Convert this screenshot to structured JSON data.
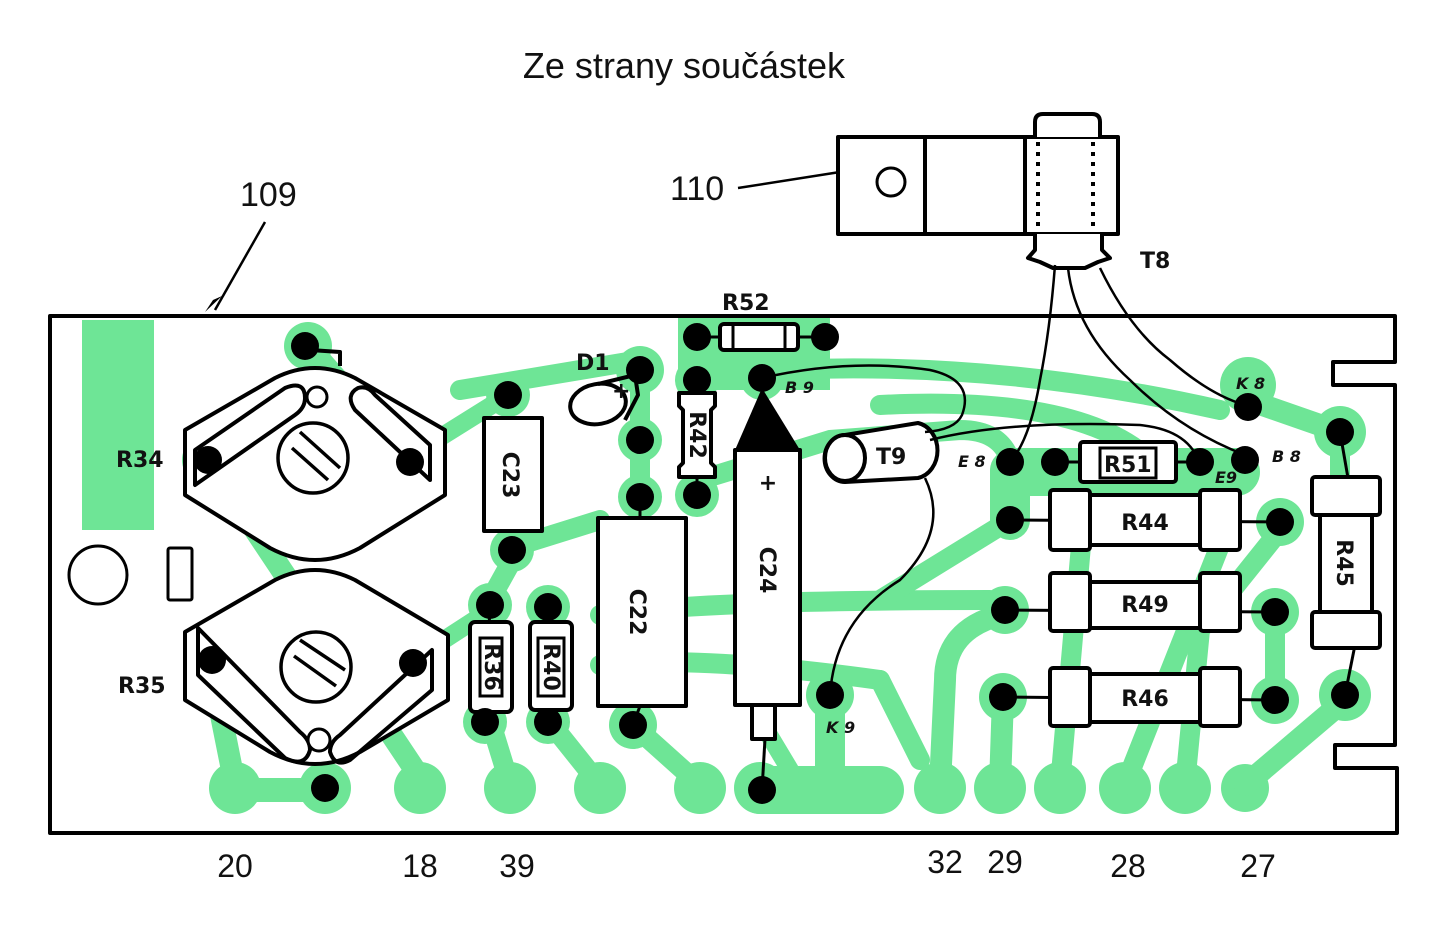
{
  "title": "Ze strany součástek",
  "colors": {
    "copper": "#6ee596",
    "outline": "#000000",
    "background": "#ffffff"
  },
  "callouts": {
    "board": "109",
    "heatsink": "110"
  },
  "components": {
    "R34": "R34",
    "R35": "R35",
    "C23": "C23",
    "D1": "D1",
    "D1_polarity": "+",
    "R52": "R52",
    "R42": "R42",
    "C24": "C24",
    "C24_polarity": "+",
    "C22": "C22",
    "R36": "R36",
    "R40": "R40",
    "T9": "T9",
    "T8": "T8",
    "R51": "R51",
    "R44": "R44",
    "R49": "R49",
    "R46": "R46",
    "R45": "R45"
  },
  "pin_labels": {
    "B9": "B 9",
    "K9": "K 9",
    "E8": "E 8",
    "E9": "E9",
    "K8": "K 8",
    "B8": "B 8"
  },
  "connector_numbers": [
    "20",
    "18",
    "39",
    "32",
    "29",
    "28",
    "27"
  ]
}
